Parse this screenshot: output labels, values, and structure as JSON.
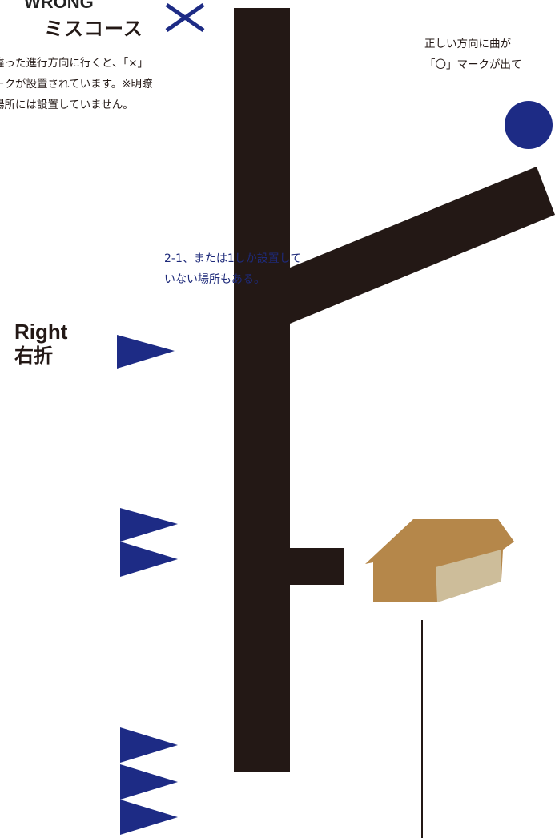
{
  "wrong_course": {
    "title_en": "WRONG",
    "title_jp": "ミスコース",
    "symbol": "X",
    "description": "違った進行方向に行くと、「×」\nークが設置されています。※明瞭\n場所には設置していません。"
  },
  "correct_course": {
    "description": "正しい方向に曲が\n「〇」マークが出て"
  },
  "note": {
    "text": "2-1、または1しか設置して\nいない場所もある。"
  },
  "right_turn": {
    "label_en": "Right",
    "label_jp": "右折"
  },
  "colors": {
    "road": "#231815",
    "marker_blue": "#1d2b85",
    "house_brown": "#b5874a",
    "house_beige": "#cdbd9a",
    "pole": "#231815"
  },
  "icons": {
    "wrong_marker": "x-mark-icon",
    "correct_marker": "circle-marker-icon",
    "arrow": "triangle-arrow-icon",
    "house": "house-icon"
  }
}
